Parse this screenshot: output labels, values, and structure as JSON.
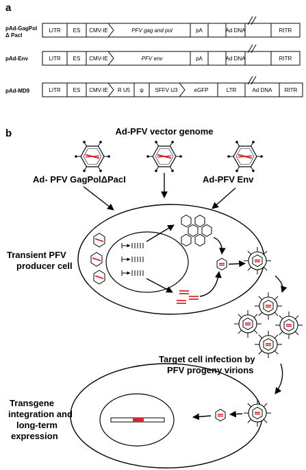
{
  "panel_a": {
    "label": "a",
    "constructs": [
      {
        "name_lines": [
          "pAd-GagPol",
          "Δ PacI"
        ],
        "segments": [
          "LITR",
          "ES",
          "CMV-IE",
          "PFV gag and pol",
          "pA",
          "Ad DNA",
          "RITR"
        ]
      },
      {
        "name_lines": [
          "pAd-Env"
        ],
        "segments": [
          "LITR",
          "ES",
          "CMV-IE",
          "PFV env",
          "pA",
          "Ad DNA",
          "RITR"
        ]
      },
      {
        "name_lines": [
          "pAd-MD9"
        ],
        "segments": [
          "LITR",
          "ES",
          "CMV-IE",
          "R  U5",
          "ψ",
          "SFFV U3",
          "eGFP",
          "LTR",
          "Ad DNA",
          "RITR"
        ]
      }
    ]
  },
  "panel_b": {
    "label": "b",
    "vector_genome_title": "Ad-PFV vector genome",
    "left_vector_label": "Ad- PFV GagPolΔPacI",
    "right_vector_label": "Ad-PFV Env",
    "producer_cell_label": [
      "Transient PFV",
      "producer cell"
    ],
    "target_infection_label": [
      "Target cell infection by",
      "PFV progeny virions"
    ],
    "transgene_label": [
      "Transgene",
      "integration and",
      "long-term",
      "expression"
    ]
  },
  "colors": {
    "ink": "#000000",
    "genome_red": "#d7262e",
    "background": "#ffffff"
  }
}
